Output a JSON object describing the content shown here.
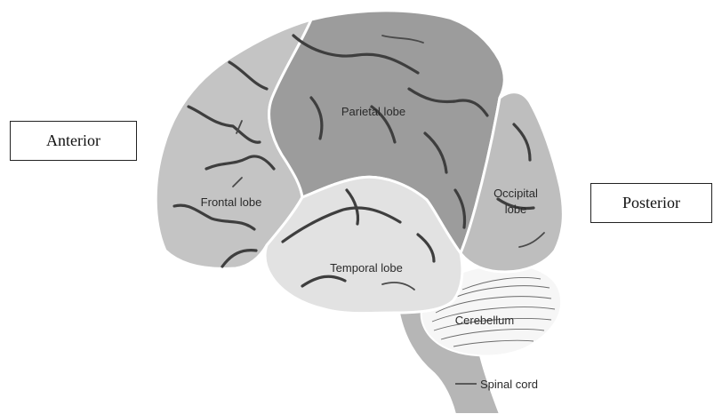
{
  "directions": {
    "anterior": "Anterior",
    "posterior": "Posterior"
  },
  "regions": {
    "parietal": "Parietal lobe",
    "frontal": "Frontal lobe",
    "occipital_line1": "Occipital",
    "occipital_line2": "lobe",
    "temporal": "Temporal lobe",
    "cerebellum": "Cerebellum",
    "spinal_cord": "Spinal cord"
  },
  "colors": {
    "frontal": "#c4c4c4",
    "parietal": "#9c9c9c",
    "occipital": "#bebebe",
    "temporal": "#e2e2e2",
    "cerebellum": "#f6f6f6",
    "brainstem": "#b6b6b6",
    "boundary": "#ffffff"
  }
}
